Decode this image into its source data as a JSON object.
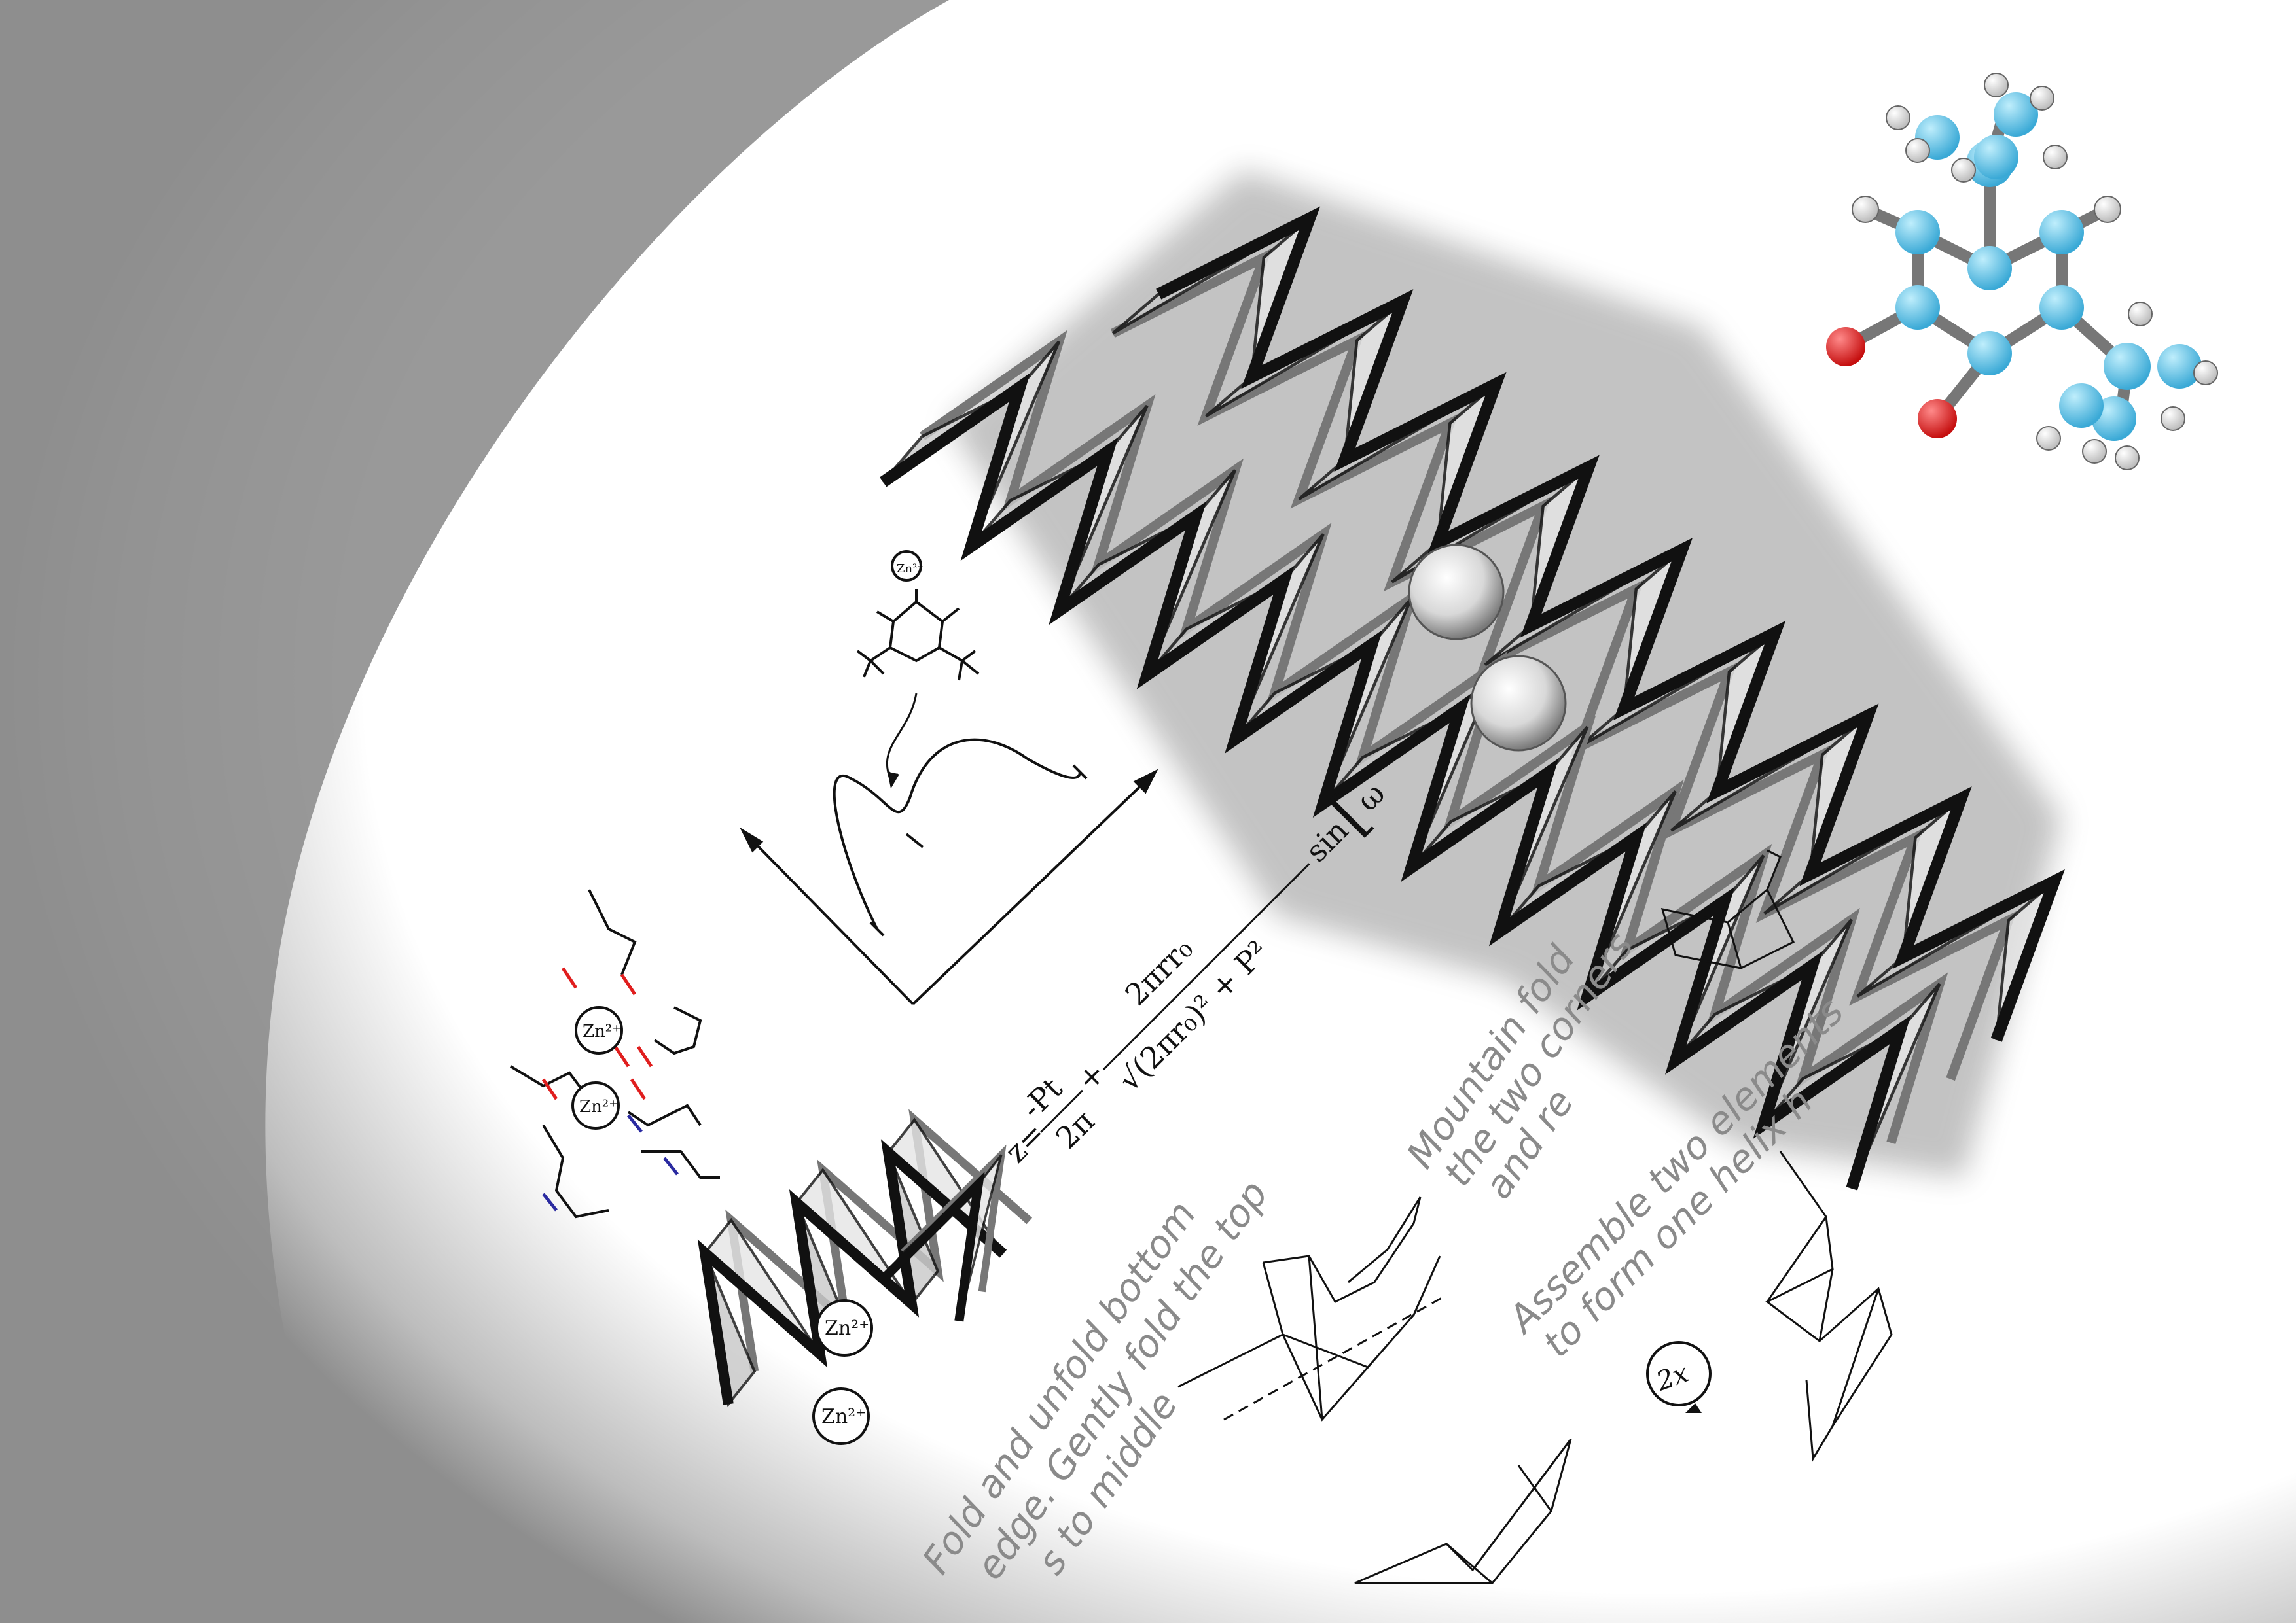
{
  "zinc": {
    "label": "Zn²⁺",
    "small_label": "Zn²⁺"
  },
  "equation": {
    "lhs": "z=",
    "frac1_num": "-Pt",
    "frac1_den": "2π",
    "plus": "+",
    "frac2_num": "2πrr₀",
    "frac2_den": "√(2πr₀)² + P²",
    "sin": "sin",
    "bracket_open": "[",
    "omega": "ω"
  },
  "instructions": {
    "fold_line1": "Fold and unfold bottom",
    "fold_line2": "edge.  Gently fold the top",
    "fold_line3": "s to middle",
    "mountain_line1": "Mountain fold",
    "mountain_line2": "the two corners",
    "mountain_line3": "and re",
    "assemble_line1": "Assemble two elements",
    "assemble_line2": "to form one helix h",
    "repeat": "2x"
  },
  "colors": {
    "carbon": "#4fc3e8",
    "oxygen": "#e01e1e",
    "nitrogen": "#2a2aa0",
    "hydrogen": "#f4f4f4",
    "background_gray": "#8e8e8e"
  }
}
